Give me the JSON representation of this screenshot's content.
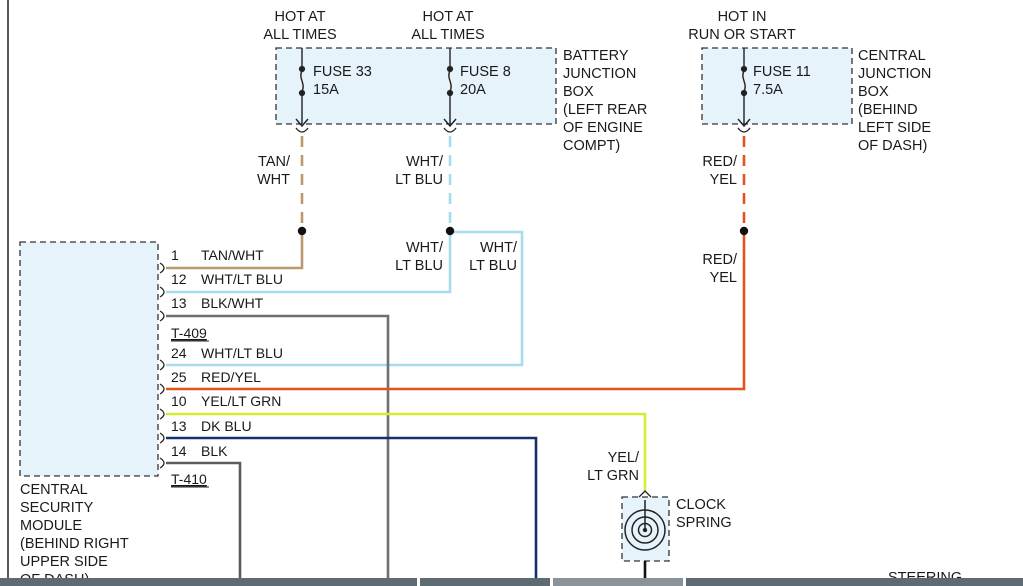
{
  "top_labels": {
    "fuse33_source": [
      "HOT AT",
      "ALL TIMES"
    ],
    "fuse8_source": [
      "HOT AT",
      "ALL TIMES"
    ],
    "fuse11_source": [
      "HOT IN",
      "RUN OR START"
    ]
  },
  "battery_box": {
    "label": [
      "BATTERY",
      "JUNCTION",
      "BOX",
      "(LEFT REAR",
      "OF ENGINE",
      "COMPT)"
    ],
    "fuses": [
      {
        "name": "FUSE 33",
        "rating": "15A"
      },
      {
        "name": "FUSE 8",
        "rating": "20A"
      }
    ]
  },
  "central_box": {
    "label": [
      "CENTRAL",
      "JUNCTION",
      "BOX",
      "(BEHIND",
      "LEFT SIDE",
      "OF DASH)"
    ],
    "fuses": [
      {
        "name": "FUSE 11",
        "rating": "7.5A"
      }
    ]
  },
  "wire_labels": {
    "tan_wht": [
      "TAN/",
      "WHT"
    ],
    "wht_ltblu_upper": [
      "WHT/",
      "LT BLU"
    ],
    "wht_ltblu_left": [
      "WHT/",
      "LT BLU"
    ],
    "wht_ltblu_right": [
      "WHT/",
      "LT BLU"
    ],
    "red_yel_upper": [
      "RED/",
      "YEL"
    ],
    "red_yel_lower": [
      "RED/",
      "YEL"
    ],
    "yel_ltgrn": [
      "YEL/",
      "LT GRN"
    ]
  },
  "module": {
    "label": [
      "CENTRAL",
      "SECURITY",
      "MODULE",
      "(BEHIND RIGHT",
      "UPPER SIDE",
      "OF DASH)"
    ],
    "pins": [
      {
        "num": "1",
        "wire": "TAN/WHT"
      },
      {
        "num": "12",
        "wire": "WHT/LT BLU"
      },
      {
        "num": "13",
        "wire": "BLK/WHT"
      },
      {
        "num": "24",
        "wire": "WHT/LT BLU"
      },
      {
        "num": "25",
        "wire": "RED/YEL"
      },
      {
        "num": "10",
        "wire": "YEL/LT GRN"
      },
      {
        "num": "13",
        "wire": "DK BLU"
      },
      {
        "num": "14",
        "wire": "BLK"
      }
    ],
    "connectors": [
      "T-409",
      "T-410"
    ]
  },
  "clock_spring": {
    "label": [
      "CLOCK",
      "SPRING"
    ]
  },
  "steering_label": "STEERING",
  "colors": {
    "tan_wht": "#b89a6e",
    "wht_ltblu": "#a8dcea",
    "blk_wht": "#6f6f6f",
    "red_yel": "#e2541b",
    "yel_ltgrn": "#d8ec32",
    "dk_blu": "#16306b",
    "blk": "#5c5c5c",
    "box_fill": "#e6f3fb",
    "bottom_bar": "#5f6b73"
  }
}
